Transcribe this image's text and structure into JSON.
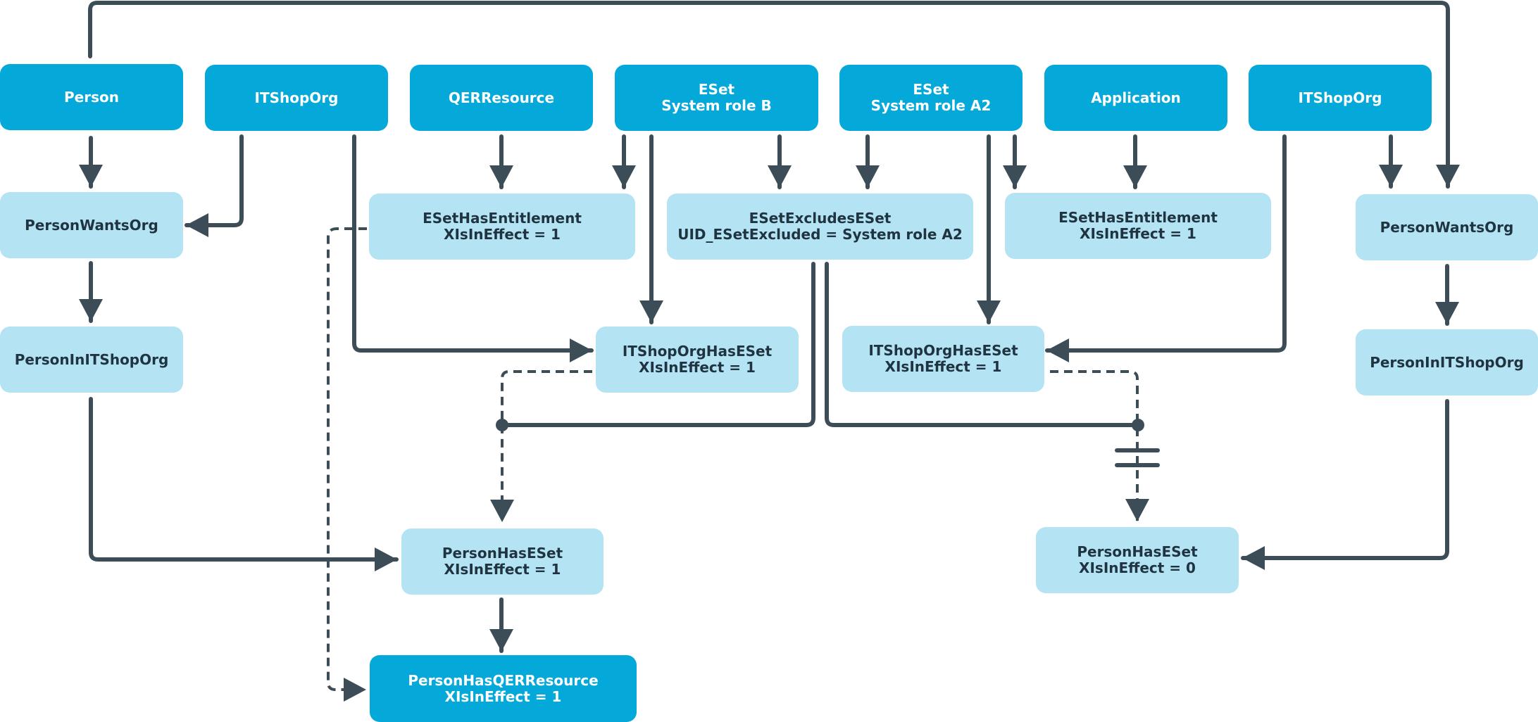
{
  "colors": {
    "dark_box": "#04a9d9",
    "light_box": "#b4e4f3",
    "connector": "#3d4d57",
    "light_text": "#1f3340"
  },
  "nodes": {
    "person_top": {
      "l1": "Person"
    },
    "itshoporg_top_left": {
      "l1": "ITShopOrg"
    },
    "qerresource_top": {
      "l1": "QERResource"
    },
    "eset_b": {
      "l1": "ESet",
      "l2": "System role B"
    },
    "eset_a2": {
      "l1": "ESet",
      "l2": "System role A2"
    },
    "application_top": {
      "l1": "Application"
    },
    "itshoporg_top_right": {
      "l1": "ITShopOrg"
    },
    "personwantsorg_left": {
      "l1": "PersonWantsOrg"
    },
    "esethasentitlement_left": {
      "l1": "ESetHasEntitlement",
      "l2": "XIsInEffect = 1"
    },
    "esetexcludeseset": {
      "l1": "ESetExcludesESet",
      "l2": "UID_ESetExcluded = System role A2"
    },
    "esethasentitlement_right": {
      "l1": "ESetHasEntitlement",
      "l2": "XIsInEffect = 1"
    },
    "personwantsorg_right": {
      "l1": "PersonWantsOrg"
    },
    "personinitshoporg_left": {
      "l1": "PersonInITShopOrg"
    },
    "itshoporghaseset_left": {
      "l1": "ITShopOrgHasESet",
      "l2": "XIsInEffect = 1"
    },
    "itshoporghaseset_right": {
      "l1": "ITShopOrgHasESet",
      "l2": "XIsInEffect = 1"
    },
    "personinitshoporg_right": {
      "l1": "PersonInITShopOrg"
    },
    "personhaseset_left": {
      "l1": "PersonHasESet",
      "l2": "XIsInEffect = 1"
    },
    "personhaseset_right": {
      "l1": "PersonHasESet",
      "l2": "XIsInEffect = 0"
    },
    "personhasqerresource": {
      "l1": "PersonHasQERResource",
      "l2": "XIsInEffect = 1"
    }
  }
}
